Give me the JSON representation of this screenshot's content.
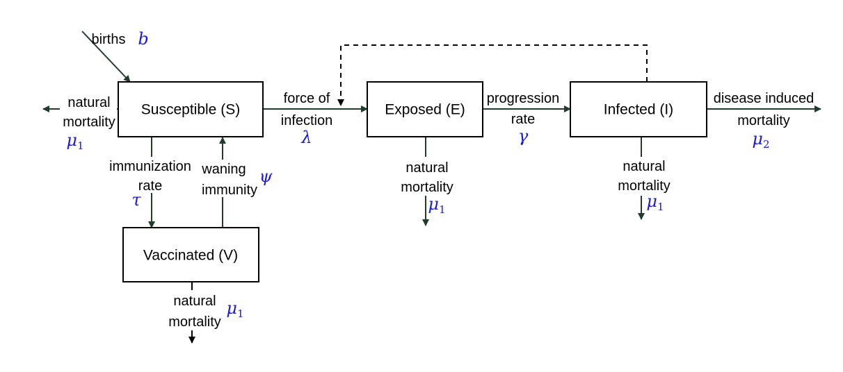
{
  "nodes": {
    "susceptible": "Susceptible (S)",
    "exposed": "Exposed (E)",
    "infected": "Infected (I)",
    "vaccinated": "Vaccinated (V)"
  },
  "labels": {
    "births": "births",
    "natural_1": "natural",
    "mortality_1": "mortality",
    "force_1": "force of",
    "force_2": "infection",
    "progression_1": "progression",
    "progression_2": "rate",
    "disease_1": "disease induced",
    "disease_2": "mortality",
    "immunization_1": "immunization",
    "immunization_2": "rate",
    "waning_1": "waning",
    "waning_2": "immunity",
    "natural_e1": "natural",
    "natural_e2": "mortality",
    "natural_i1": "natural",
    "natural_i2": "mortality",
    "natural_v1": "natural",
    "natural_v2": "mortality"
  },
  "params": {
    "b": "b",
    "mu": "μ",
    "mu1_sub": "1",
    "mu2_sub": "2",
    "lambda": "λ",
    "gamma": "γ",
    "tau": "τ",
    "psi": "ψ"
  },
  "colors": {
    "param_text": "#1a1adb",
    "arrow": "#1f3d2b"
  }
}
